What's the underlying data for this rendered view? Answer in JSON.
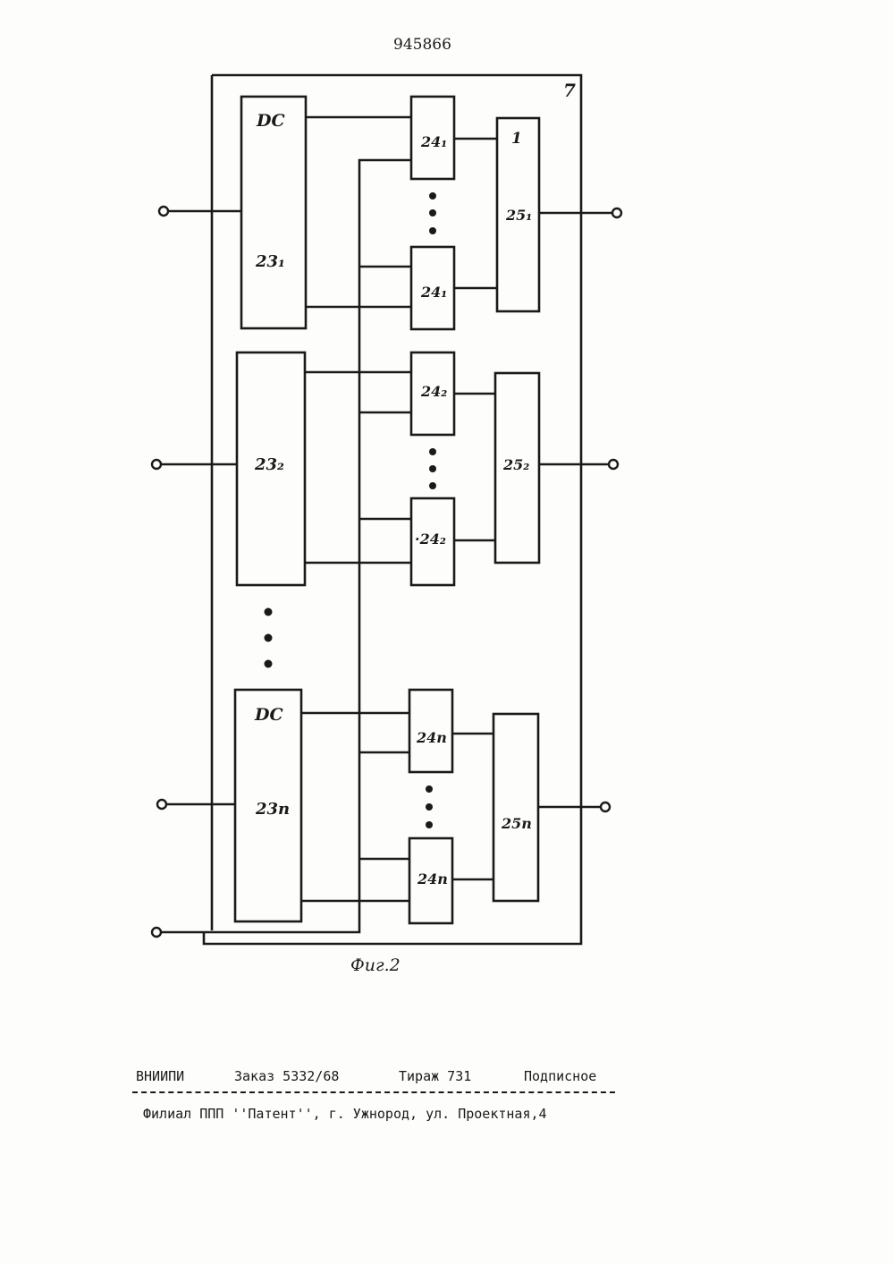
{
  "page": {
    "patent_number": "945866",
    "figure_caption": "Фиг.2"
  },
  "diagram": {
    "frame_label": "7",
    "dc_label_1": "DC",
    "dc_label_n": "DC",
    "blocks": {
      "b23_1": "23₁",
      "b23_2": "23₂",
      "b23_n": "23п",
      "b24_1a": "24₁",
      "b24_1b": "24₁",
      "b24_2a": "24₂",
      "b24_2b": "·24₂",
      "b24_na": "24п",
      "b24_nb": "24п",
      "b25_1": "25₁",
      "b25_1_top": "1",
      "b25_2": "25₂",
      "b25_n": "25п"
    }
  },
  "footer": {
    "org": "ВНИИПИ",
    "order": "Заказ 5332/68",
    "run": "Тираж 731",
    "subscription": "Подписное",
    "address": "Филиал ППП ''Патент'', г. Ужнород, ул. Проектная,4"
  }
}
